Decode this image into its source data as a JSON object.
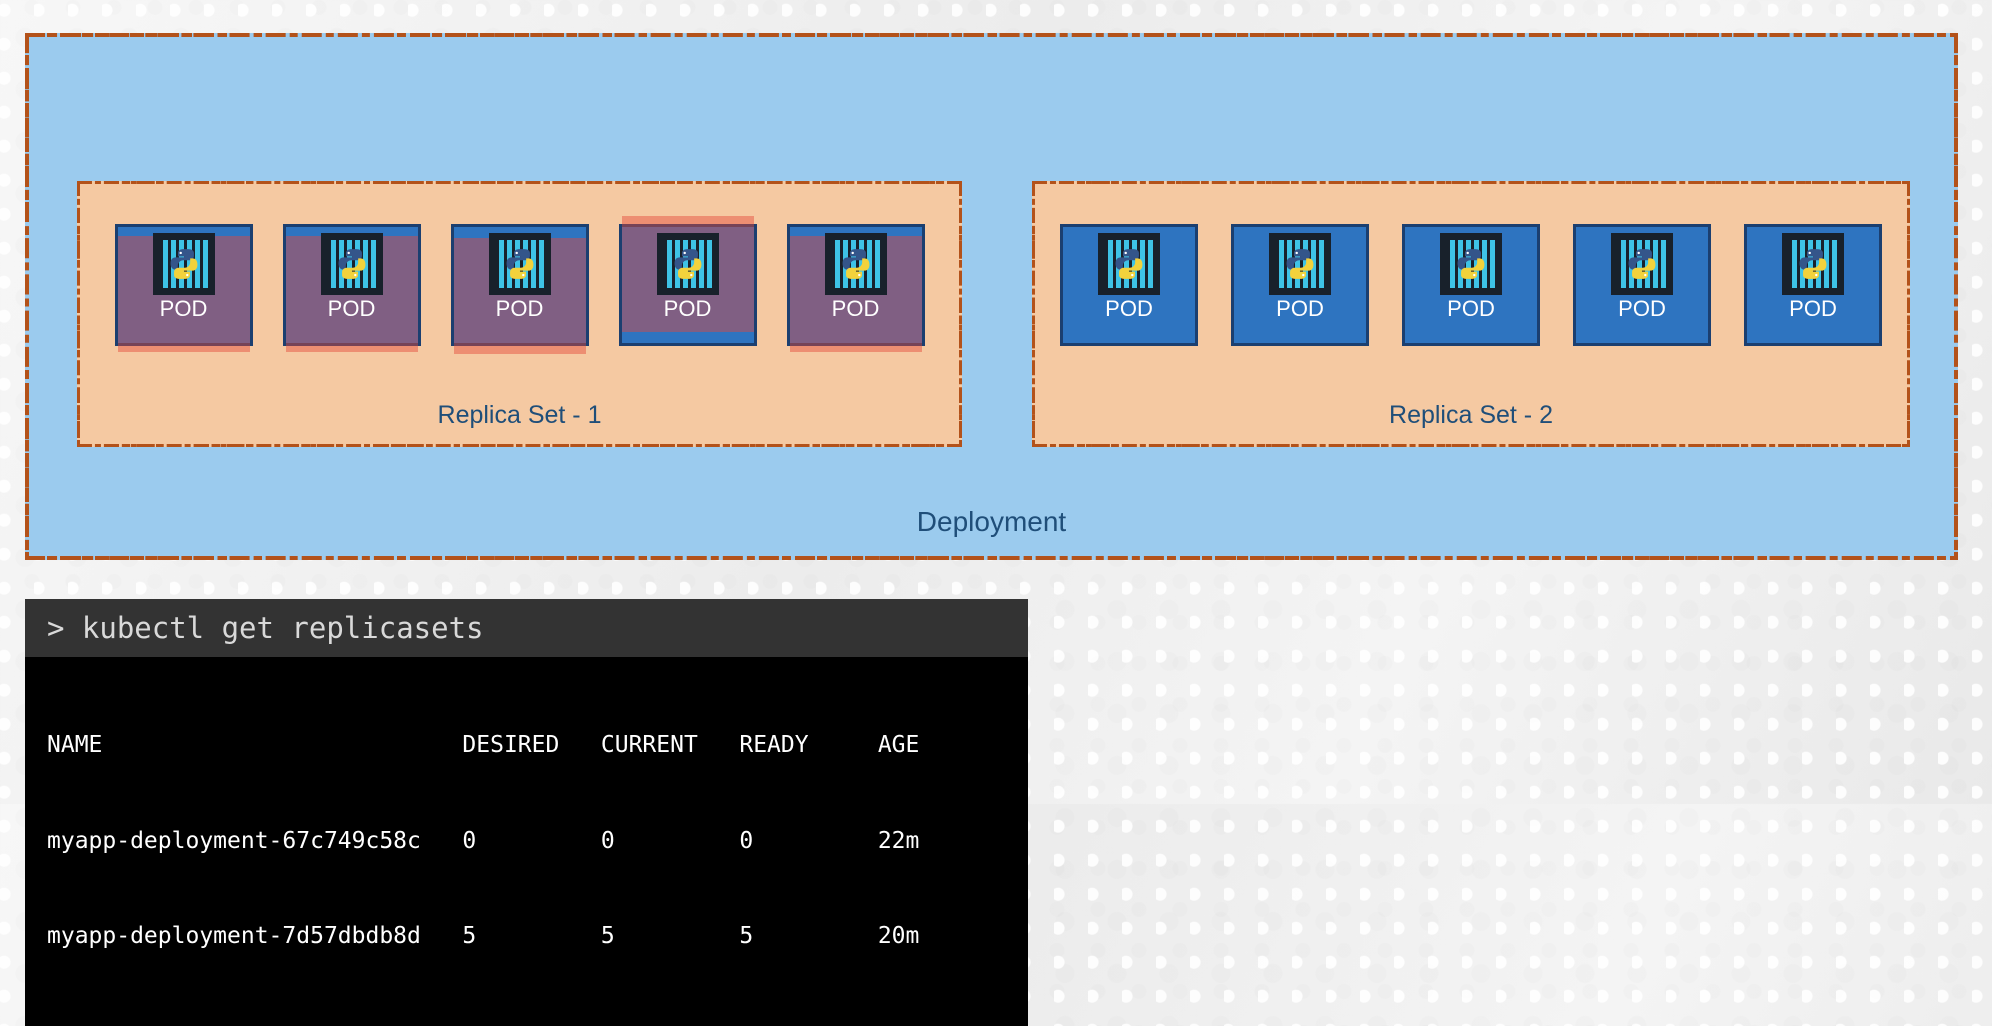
{
  "diagram": {
    "deployment": {
      "label": "Deployment",
      "background_color": "#9bcbee",
      "border_color": "#b3521a"
    },
    "replicasets": [
      {
        "label": "Replica Set - 1",
        "state": "terminating",
        "background_color": "#f5c9a2",
        "pod_tile_color": "#2e74c0",
        "pod_overlay_color": "#e2483a",
        "pods": [
          {
            "label": "POD",
            "icon": "python-container-icon",
            "state": "terminating"
          },
          {
            "label": "POD",
            "icon": "python-container-icon",
            "state": "terminating"
          },
          {
            "label": "POD",
            "icon": "python-container-icon",
            "state": "terminating"
          },
          {
            "label": "POD",
            "icon": "python-container-icon",
            "state": "terminating"
          },
          {
            "label": "POD",
            "icon": "python-container-icon",
            "state": "terminating"
          }
        ]
      },
      {
        "label": "Replica Set - 2",
        "state": "running",
        "background_color": "#f5c9a2",
        "pod_tile_color": "#2e74c0",
        "pods": [
          {
            "label": "POD",
            "icon": "python-container-icon",
            "state": "running"
          },
          {
            "label": "POD",
            "icon": "python-container-icon",
            "state": "running"
          },
          {
            "label": "POD",
            "icon": "python-container-icon",
            "state": "running"
          },
          {
            "label": "POD",
            "icon": "python-container-icon",
            "state": "running"
          },
          {
            "label": "POD",
            "icon": "python-container-icon",
            "state": "running"
          }
        ]
      }
    ]
  },
  "terminal": {
    "prompt": "> kubectl get replicasets",
    "columns": [
      "NAME",
      "DESIRED",
      "CURRENT",
      "READY",
      "AGE"
    ],
    "header_line": "NAME                          DESIRED   CURRENT   READY     AGE",
    "rows": [
      {
        "name": "myapp-deployment-67c749c58c",
        "desired": "0",
        "current": "0",
        "ready": "0",
        "age": "22m",
        "line": "myapp-deployment-67c749c58c   0         0         0         22m"
      },
      {
        "name": "myapp-deployment-7d57dbdb8d",
        "desired": "5",
        "current": "5",
        "ready": "5",
        "age": "20m",
        "line": "myapp-deployment-7d57dbdb8d   5         5         5         20m"
      }
    ]
  }
}
